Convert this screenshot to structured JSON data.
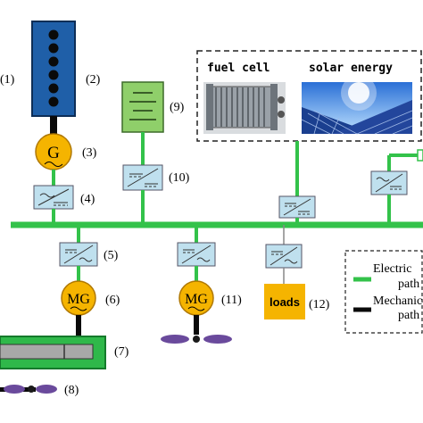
{
  "labels": {
    "engine": "(2)",
    "generator": "(3)",
    "converter_gen": "(4)",
    "converter_mg1": "(5)",
    "mg1": "(6)",
    "shaft_box": "(7)",
    "propeller_left": "(8)",
    "battery": "(9)",
    "converter_battery": "(10)",
    "mg2": "(11)",
    "loads": "(12)",
    "left_cut": "(1)"
  },
  "generator_symbol": "G",
  "mg_symbol": "MG",
  "loads_text": "loads",
  "fuel_cell_text": "fuel cell",
  "solar_text": "solar energy",
  "legend": {
    "electric": "Electric",
    "electric_path": "path",
    "mechanical": "Mechanic",
    "mechanical_path": "path"
  },
  "colors": {
    "bus": "#33c24a",
    "engine": "#1f5fa8",
    "machine": "#f5b400",
    "converter": "#bfe0ee",
    "battery": "#8fcf6a",
    "propeller": "#6a4a9c"
  }
}
